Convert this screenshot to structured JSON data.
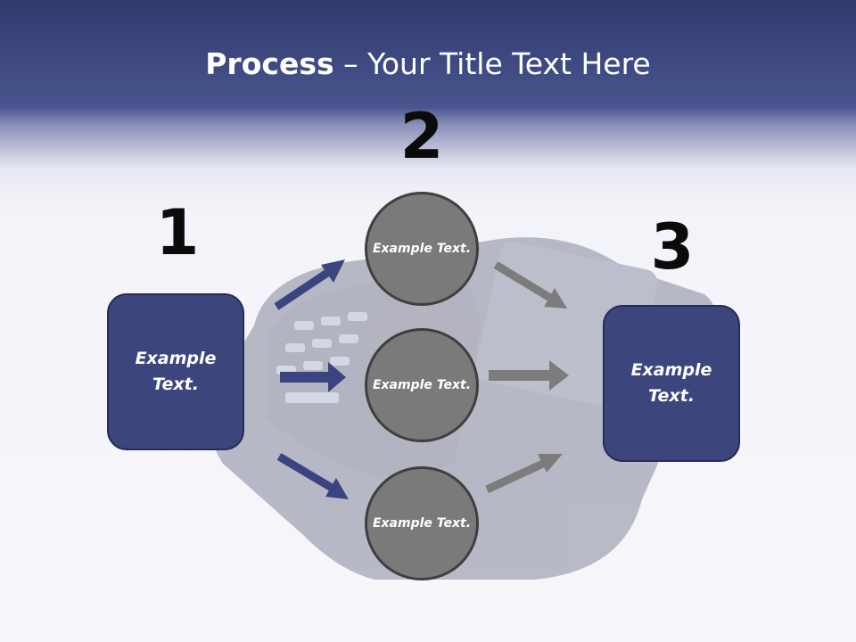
{
  "slide": {
    "title_bold": "Process",
    "title_rest": " – Your Title Text Here"
  },
  "steps": {
    "step1": {
      "number": "1",
      "text": "Example Text."
    },
    "step2": {
      "number": "2",
      "circles": [
        "Example Text.",
        "Example Text.",
        "Example Text."
      ]
    },
    "step3": {
      "number": "3",
      "text": "Example Text."
    }
  },
  "colors": {
    "header_blue": "#3a4580",
    "box_fill": "#3d467c",
    "blue_arrow": "#3a4480",
    "gray_arrow": "#7c7c7c",
    "circle_fill": "#7a7a7a"
  }
}
